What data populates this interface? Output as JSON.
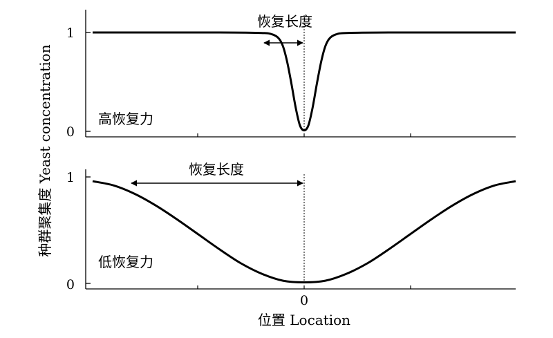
{
  "chart_data": [
    {
      "type": "line",
      "panel_label": "高恢复力",
      "annotation": "恢复长度",
      "xlabel": "",
      "ylabel": "",
      "ylim": [
        0,
        1
      ],
      "y_ticks": [
        "0",
        "1"
      ],
      "x_ticks": [],
      "grid": false,
      "x": [
        -100,
        -40,
        -20,
        -15,
        -12,
        -10,
        -8,
        -6,
        -4,
        -2,
        0,
        2,
        4,
        6,
        8,
        10,
        12,
        15,
        20,
        40,
        100
      ],
      "y": [
        1.0,
        1.0,
        0.995,
        0.98,
        0.94,
        0.86,
        0.7,
        0.48,
        0.24,
        0.06,
        0.01,
        0.06,
        0.24,
        0.48,
        0.7,
        0.86,
        0.94,
        0.98,
        0.995,
        1.0,
        1.0
      ]
    },
    {
      "type": "line",
      "panel_label": "低恢复力",
      "annotation": "恢复长度",
      "xlabel": "位置 Location",
      "ylabel": "",
      "ylim": [
        0,
        1
      ],
      "y_ticks": [
        "0",
        "1"
      ],
      "x_ticks": [
        "0"
      ],
      "grid": false,
      "x": [
        -100,
        -90,
        -80,
        -70,
        -60,
        -50,
        -40,
        -30,
        -20,
        -10,
        0,
        10,
        20,
        30,
        40,
        50,
        60,
        70,
        80,
        90,
        100
      ],
      "y": [
        0.96,
        0.92,
        0.84,
        0.73,
        0.6,
        0.46,
        0.32,
        0.19,
        0.09,
        0.025,
        0.01,
        0.025,
        0.09,
        0.19,
        0.32,
        0.46,
        0.6,
        0.73,
        0.84,
        0.92,
        0.96
      ]
    }
  ],
  "shared_ylabel": "种群聚集度 Yeast concentration"
}
